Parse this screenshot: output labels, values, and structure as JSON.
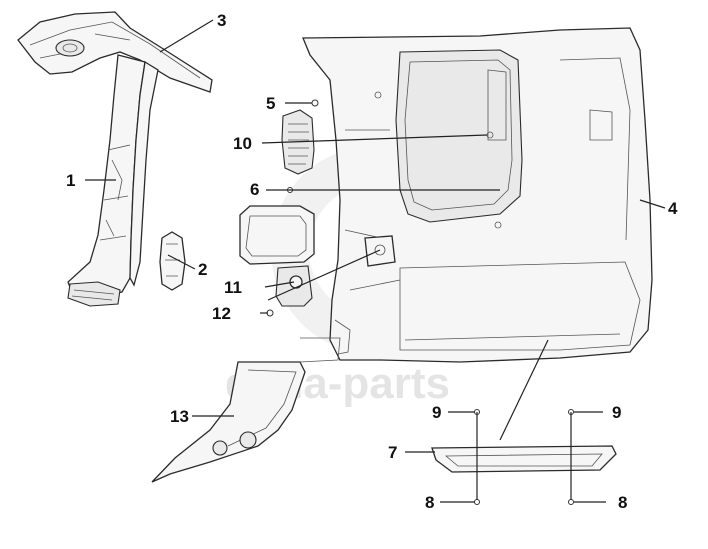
{
  "watermark": "dana-parts",
  "callouts": [
    {
      "id": "c1",
      "label": "1"
    },
    {
      "id": "c2",
      "label": "2"
    },
    {
      "id": "c3",
      "label": "3"
    },
    {
      "id": "c4",
      "label": "4"
    },
    {
      "id": "c5",
      "label": "5"
    },
    {
      "id": "c6",
      "label": "6"
    },
    {
      "id": "c7",
      "label": "7"
    },
    {
      "id": "c8a",
      "label": "8"
    },
    {
      "id": "c8b",
      "label": "8"
    },
    {
      "id": "c9a",
      "label": "9"
    },
    {
      "id": "c9b",
      "label": "9"
    },
    {
      "id": "c10",
      "label": "10"
    },
    {
      "id": "c11",
      "label": "11"
    },
    {
      "id": "c12",
      "label": "12"
    },
    {
      "id": "c13",
      "label": "13"
    }
  ]
}
